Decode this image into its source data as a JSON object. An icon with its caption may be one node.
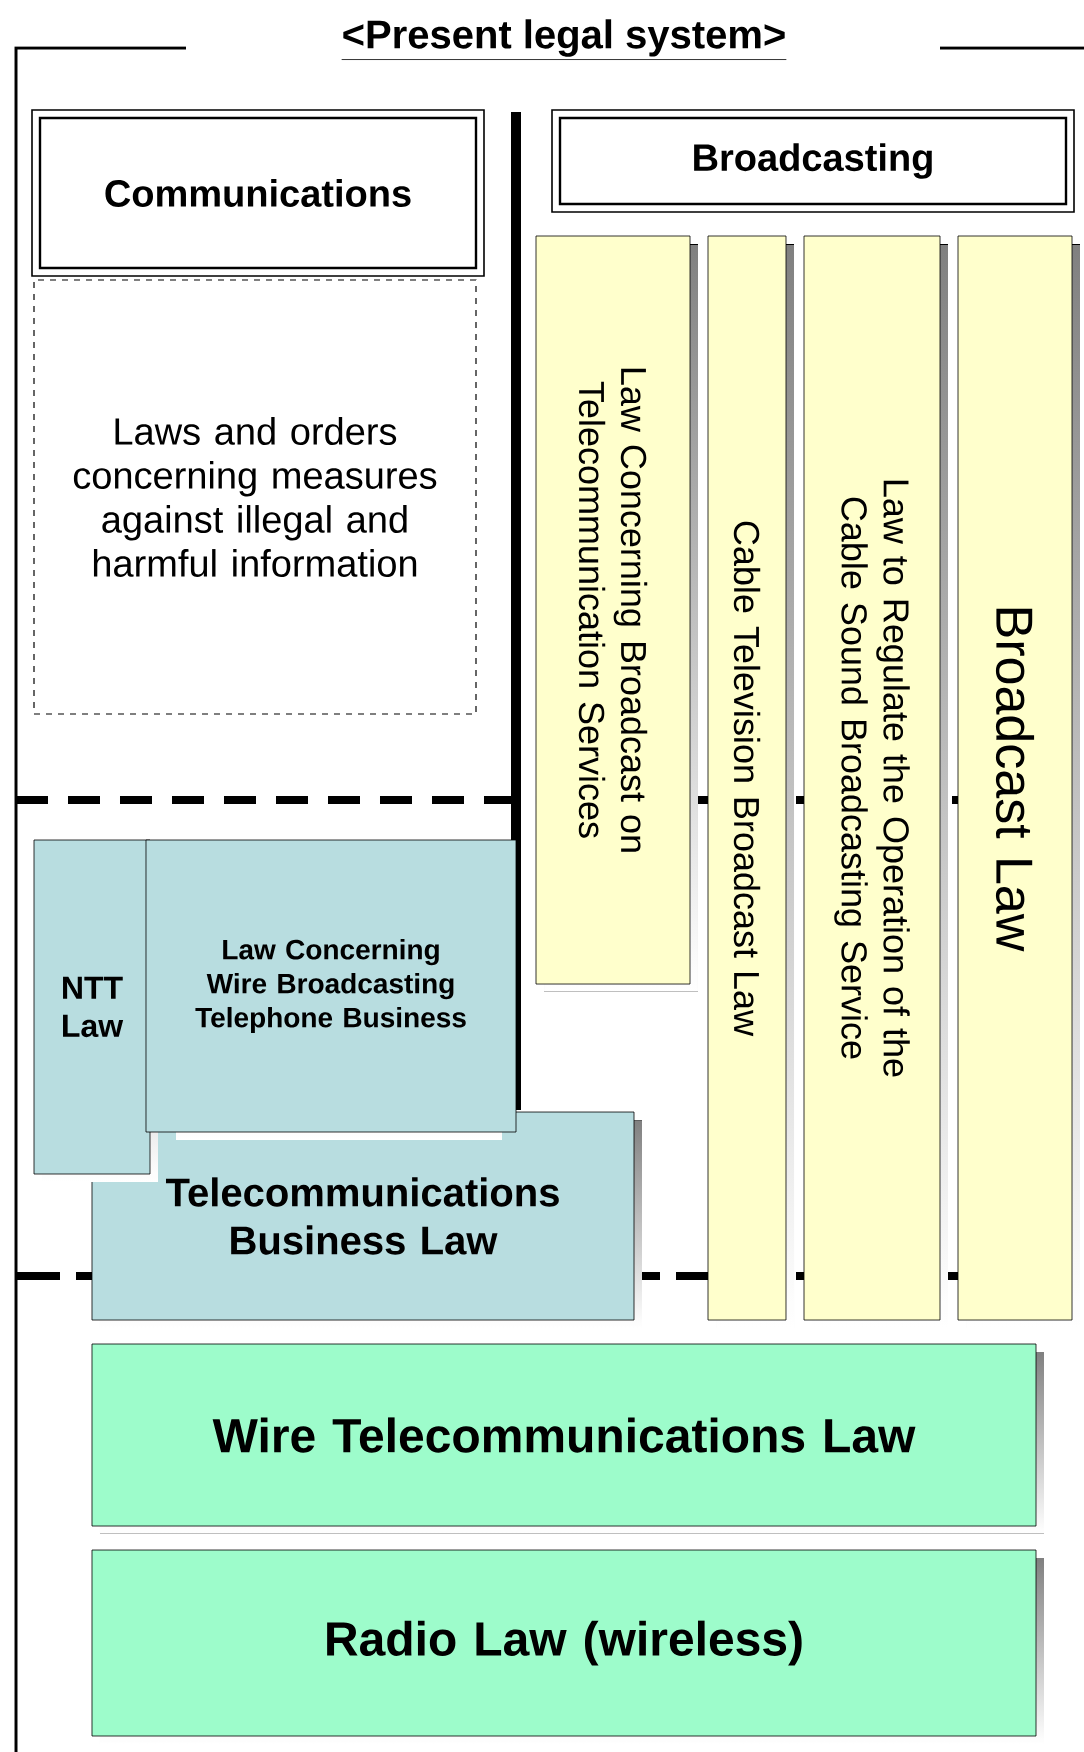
{
  "diagram": {
    "title": "<Present legal system>",
    "nodes": [
      {
        "text": [
          "Communications"
        ]
      },
      {
        "text": [
          "Laws and orders concerning measures against illegal and harmful information"
        ]
      },
      {
        "text": [
          "Broadcasting"
        ]
      },
      {
        "text": [
          "Law Concerning Broadcast on Telecommunication Services"
        ]
      },
      {
        "text": [
          "Cable Television Broadcast Law"
        ]
      },
      {
        "text": [
          "Law to Regulate the Operation of the Cable Sound Broadcasting Service"
        ]
      },
      {
        "text": [
          "Broadcast Law"
        ]
      },
      {
        "text": [
          "NTT Law"
        ]
      },
      {
        "text": [
          "Law Concerning Wire Broadcasting Telephone Business"
        ]
      },
      {
        "text": [
          "Telecommunications Business Law"
        ]
      },
      {
        "text": [
          "Wire Telecommunications Law"
        ]
      },
      {
        "text": [
          "Radio Law (wireless)"
        ]
      }
    ],
    "edges": []
  }
}
